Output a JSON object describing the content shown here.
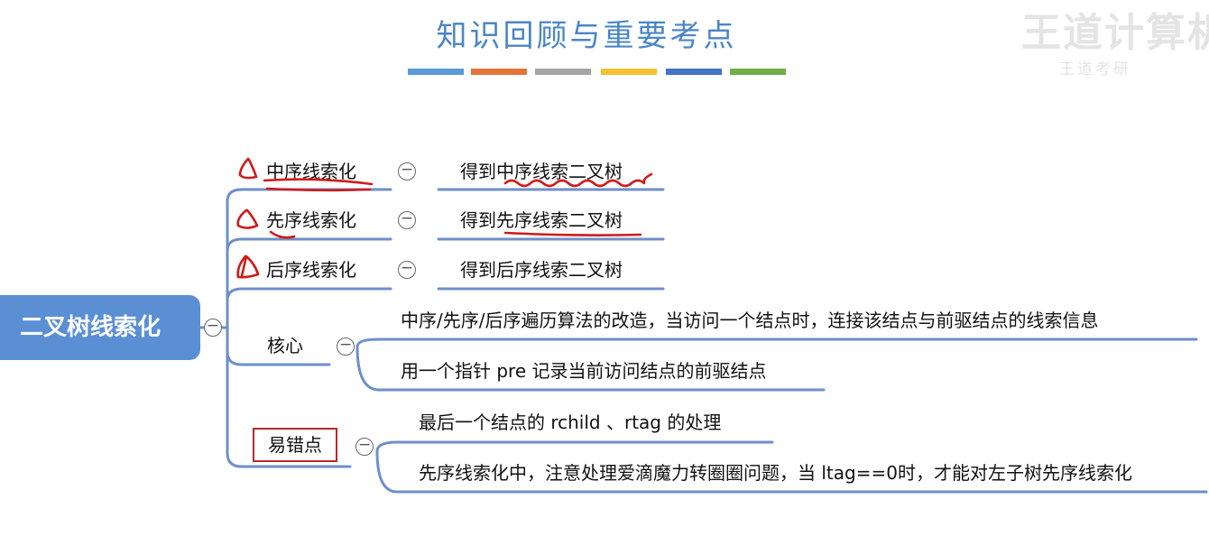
{
  "title": "知识回顾与重要考点",
  "title_bar_colors": [
    "#5b9bd5",
    "#e0763a",
    "#a5a5a5",
    "#f1c232",
    "#4472c4",
    "#70ad47"
  ],
  "colors": {
    "line": "#6e8fc9",
    "root_fill": "#5b8fd4",
    "title": "#4a86c5",
    "annotation": "#d11a1a"
  },
  "root": {
    "label": "二叉树线索化"
  },
  "branches": [
    {
      "label": "中序线索化",
      "child": "得到中序线索二叉树"
    },
    {
      "label": "先序线索化",
      "child": "得到先序线索二叉树"
    },
    {
      "label": "后序线索化",
      "child": "得到后序线索二叉树"
    },
    {
      "label": "核心",
      "children": [
        "中序/先序/后序遍历算法的改造，当访问一个结点时，连接该结点与前驱结点的线索信息",
        "用一个指针 pre 记录当前访问结点的前驱结点"
      ]
    },
    {
      "label": "易错点",
      "children": [
        "最后一个结点的 rchild 、rtag 的处理",
        "先序线索化中，注意处理爱滴魔力转圈圈问题，当 ltag==0时，才能对左子树先序线索化"
      ]
    }
  ],
  "watermark": {
    "line1": "王道计算机",
    "line2": "王道考研"
  },
  "toggle_glyph": "−"
}
